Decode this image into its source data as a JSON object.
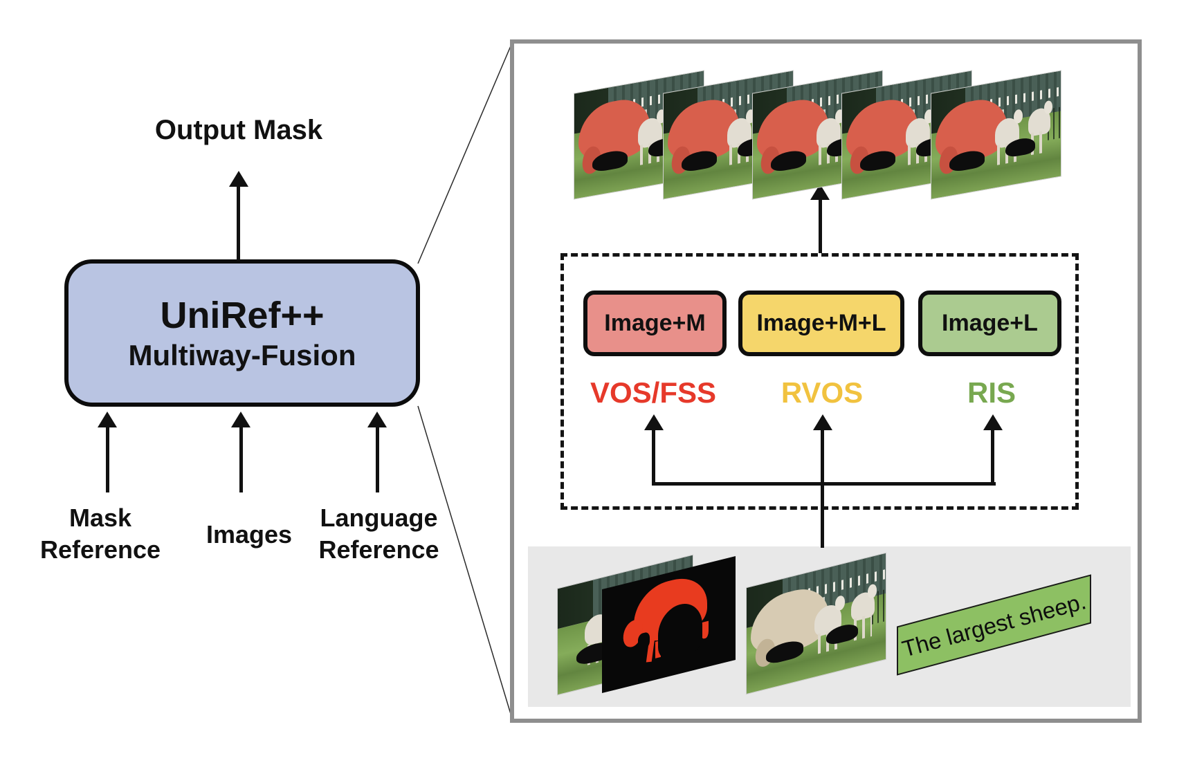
{
  "figure": {
    "output_label": "Output Mask",
    "model": {
      "title": "UniRef++",
      "subtitle": "Multiway-Fusion"
    },
    "inputs": [
      {
        "line1": "Mask",
        "line2": "Reference"
      },
      {
        "line1": "Images"
      },
      {
        "line1": "Language",
        "line2": "Reference"
      }
    ]
  },
  "panel": {
    "video_frames_count": 5,
    "fusion_modes": [
      {
        "label": "Image+M",
        "task": "VOS/FSS",
        "fill": "#e8908a",
        "task_color": "#e6392a"
      },
      {
        "label": "Image+M+L",
        "task": "RVOS",
        "fill": "#f5d66b",
        "task_color": "#f1c23f"
      },
      {
        "label": "Image+L",
        "task": "RIS",
        "fill": "#abcb90",
        "task_color": "#78a850"
      }
    ],
    "language_reference_text": "The largest sheep."
  },
  "colors": {
    "model_box_fill": "#b9c4e2",
    "panel_border": "#8e8e8e",
    "reference_area_bg": "#e8e8e8",
    "language_box_fill": "#8dc063",
    "mask_silhouette_red": "#e83b1f",
    "masked_sheep_red": "#d85f4c",
    "arrow_black": "#111111"
  }
}
